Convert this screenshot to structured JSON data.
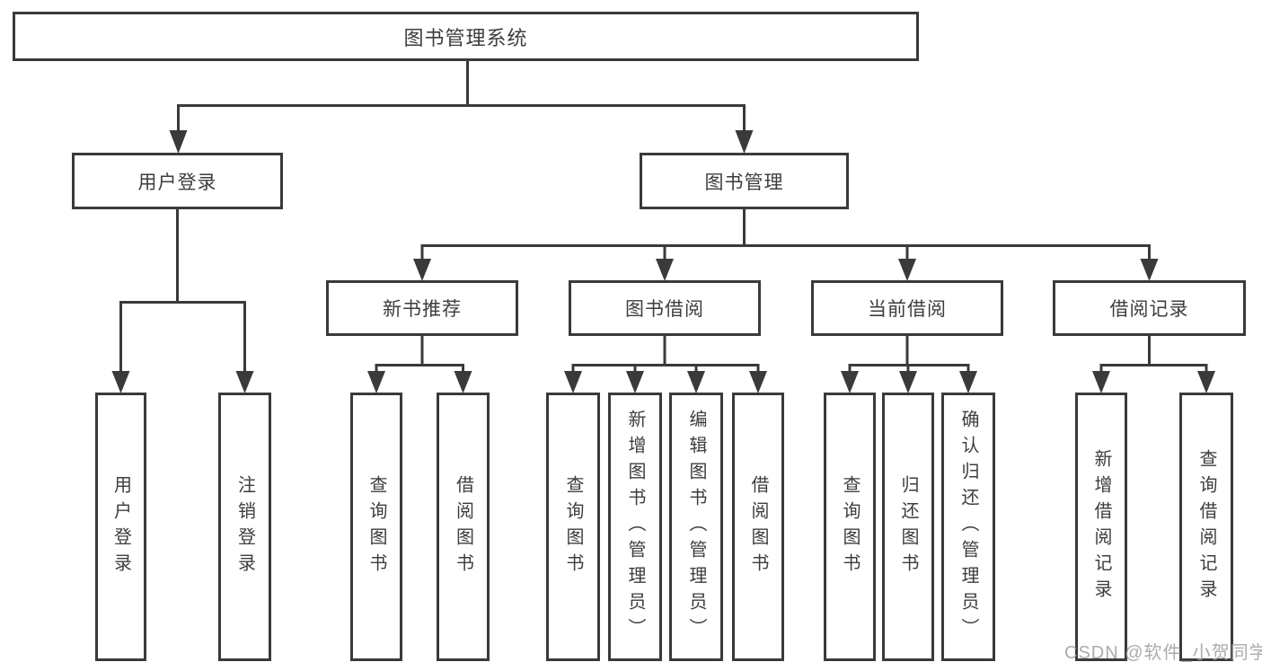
{
  "diagram": {
    "root": "图书管理系统",
    "level2": [
      "用户登录",
      "图书管理"
    ],
    "level3": [
      "新书推荐",
      "图书借阅",
      "当前借阅",
      "借阅记录"
    ],
    "leafGroups": {
      "userLogin": [
        "用户登录",
        "注销登录"
      ],
      "newBookRecommend": [
        "查询图书",
        "借阅图书"
      ],
      "bookBorrow": [
        "查询图书",
        "新增图书（管理员）",
        "编辑图书（管理员）",
        "借阅图书"
      ],
      "currentBorrow": [
        "查询图书",
        "归还图书",
        "确认归还（管理员）"
      ],
      "borrowRecord": [
        "新增借阅记录",
        "查询借阅记录"
      ]
    }
  },
  "watermark": "CSDN @软件_小贺同学",
  "colors": {
    "line": "#3a3a3a",
    "text": "#3d3d3d",
    "watermark": "#a2a2a2",
    "background": "#ffffff"
  }
}
